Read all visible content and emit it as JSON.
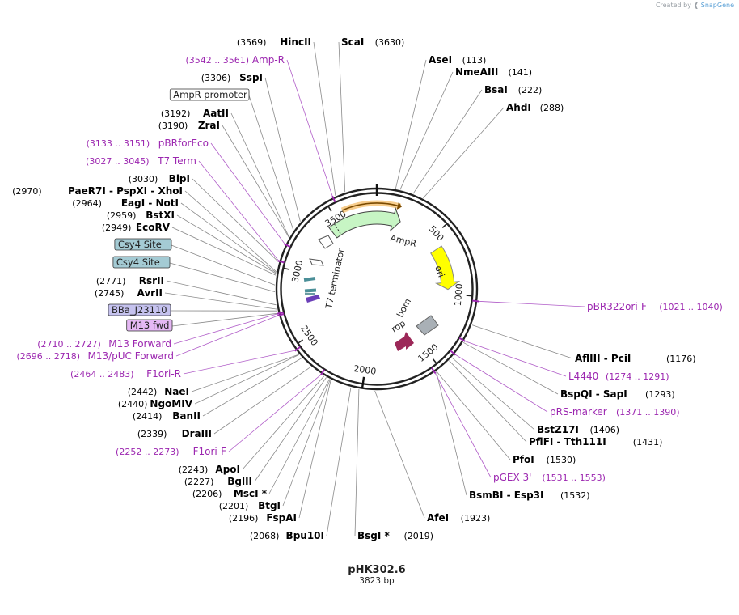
{
  "credit": {
    "prefix": "Created by",
    "brand": "SnapGene"
  },
  "plasmid": {
    "name": "pHK302.6",
    "size_label": "3823 bp",
    "length": 3823
  },
  "ring_ticks": [
    "500",
    "1000",
    "1500",
    "2000",
    "2500",
    "3000",
    "3500"
  ],
  "colors": {
    "enzyme": "#000000",
    "primer": "#9c27b0",
    "ampR": "#c7f5c4",
    "ori": "#ffff00",
    "rop": "#9c2858",
    "bom": "#a9b0b6",
    "csy4": "#a4cbd4",
    "bba": "#c5c2ee",
    "m13box": "#e5b8f4"
  },
  "labels": [
    {
      "kind": "enzyme",
      "name": "HincII",
      "pos": "(3569)",
      "side": "L",
      "bp": 3569
    },
    {
      "kind": "enzyme",
      "name": "ScaI",
      "pos": "(3630)",
      "side": "R",
      "bp": 3630
    },
    {
      "kind": "primer",
      "name": "Amp-R",
      "pos": "(3542 .. 3561)",
      "side": "L",
      "bp": 3551
    },
    {
      "kind": "enzyme",
      "name": "AseI",
      "pos": "(113)",
      "side": "R",
      "bp": 113
    },
    {
      "kind": "enzyme",
      "name": "NmeAIII",
      "pos": "(141)",
      "side": "R",
      "bp": 141
    },
    {
      "kind": "enzyme",
      "name": "SspI",
      "pos": "(3306)",
      "side": "L",
      "bp": 3306
    },
    {
      "kind": "enzyme",
      "name": "BsaI",
      "pos": "(222)",
      "side": "R",
      "bp": 222
    },
    {
      "kind": "box",
      "name": "AmpR promoter",
      "pos": "",
      "side": "L",
      "bp": 3240
    },
    {
      "kind": "enzyme",
      "name": "AhdI",
      "pos": "(288)",
      "side": "R",
      "bp": 288
    },
    {
      "kind": "enzyme",
      "name": "AatII",
      "pos": "(3192)",
      "side": "L",
      "bp": 3192
    },
    {
      "kind": "enzyme",
      "name": "ZraI",
      "pos": "(3190)",
      "side": "L",
      "bp": 3190
    },
    {
      "kind": "primer",
      "name": "pBRforEco",
      "pos": "(3133 .. 3151)",
      "side": "L",
      "bp": 3142
    },
    {
      "kind": "primer",
      "name": "T7 Term",
      "pos": "(3027 .. 3045)",
      "side": "L",
      "bp": 3036
    },
    {
      "kind": "enzyme",
      "name": "BlpI",
      "pos": "(3030)",
      "side": "L",
      "bp": 3030
    },
    {
      "kind": "enzyme",
      "name": "PaeR7I - PspXI - XhoI",
      "pos": "(2970)",
      "side": "L",
      "bp": 2970
    },
    {
      "kind": "enzyme",
      "name": "EagI - NotI",
      "pos": "(2964)",
      "side": "L",
      "bp": 2964
    },
    {
      "kind": "enzyme",
      "name": "BstXI",
      "pos": "(2959)",
      "side": "L",
      "bp": 2959
    },
    {
      "kind": "enzyme",
      "name": "EcoRV",
      "pos": "(2949)",
      "side": "L",
      "bp": 2949
    },
    {
      "kind": "box",
      "name": "Csy4 Site",
      "pos": "",
      "side": "L",
      "bp": 2890
    },
    {
      "kind": "box",
      "name": "Csy4 Site",
      "pos": "",
      "side": "L",
      "bp": 2850
    },
    {
      "kind": "enzyme",
      "name": "RsrII",
      "pos": "(2771)",
      "side": "L",
      "bp": 2771
    },
    {
      "kind": "enzyme",
      "name": "AvrII",
      "pos": "(2745)",
      "side": "L",
      "bp": 2745
    },
    {
      "kind": "box",
      "name": "BBa_J23110",
      "pos": "",
      "side": "L",
      "bp": 2735
    },
    {
      "kind": "box",
      "name": "M13 fwd",
      "pos": "",
      "side": "L",
      "bp": 2720
    },
    {
      "kind": "primer",
      "name": "M13 Forward",
      "pos": "(2710 .. 2727)",
      "side": "L",
      "bp": 2718
    },
    {
      "kind": "primer",
      "name": "M13/pUC Forward",
      "pos": "(2696 .. 2718)",
      "side": "L",
      "bp": 2707
    },
    {
      "kind": "primer",
      "name": "F1ori-R",
      "pos": "(2464 .. 2483)",
      "side": "L",
      "bp": 2473
    },
    {
      "kind": "enzyme",
      "name": "NaeI",
      "pos": "(2442)",
      "side": "L",
      "bp": 2442
    },
    {
      "kind": "enzyme",
      "name": "NgoMIV",
      "pos": "(2440)",
      "side": "L",
      "bp": 2440
    },
    {
      "kind": "enzyme",
      "name": "BanII",
      "pos": "(2414)",
      "side": "L",
      "bp": 2414
    },
    {
      "kind": "enzyme",
      "name": "DraIII",
      "pos": "(2339)",
      "side": "L",
      "bp": 2339
    },
    {
      "kind": "primer",
      "name": "F1ori-F",
      "pos": "(2252 .. 2273)",
      "side": "L",
      "bp": 2262
    },
    {
      "kind": "enzyme",
      "name": "ApoI",
      "pos": "(2243)",
      "side": "L",
      "bp": 2243
    },
    {
      "kind": "enzyme",
      "name": "BglII",
      "pos": "(2227)",
      "side": "L",
      "bp": 2227
    },
    {
      "kind": "enzyme",
      "name": "MscI *",
      "pos": "(2206)",
      "side": "L",
      "bp": 2206
    },
    {
      "kind": "enzyme",
      "name": "BtgI",
      "pos": "(2201)",
      "side": "L",
      "bp": 2201
    },
    {
      "kind": "enzyme",
      "name": "FspAI",
      "pos": "(2196)",
      "side": "L",
      "bp": 2196
    },
    {
      "kind": "enzyme",
      "name": "Bpu10I",
      "pos": "(2068)",
      "side": "L",
      "bp": 2068
    },
    {
      "kind": "enzyme",
      "name": "BsgI *",
      "pos": "(2019)",
      "side": "R",
      "bp": 2019
    },
    {
      "kind": "enzyme",
      "name": "AfeI",
      "pos": "(1923)",
      "side": "R",
      "bp": 1923
    },
    {
      "kind": "enzyme",
      "name": "BsmBI - Esp3I",
      "pos": "(1532)",
      "side": "R",
      "bp": 1532
    },
    {
      "kind": "primer",
      "name": "pGEX 3'",
      "pos": "(1531 .. 1553)",
      "side": "R",
      "bp": 1542
    },
    {
      "kind": "enzyme",
      "name": "PfoI",
      "pos": "(1530)",
      "side": "R",
      "bp": 1530
    },
    {
      "kind": "enzyme",
      "name": "PflFI - Tth111I",
      "pos": "(1431)",
      "side": "R",
      "bp": 1431
    },
    {
      "kind": "enzyme",
      "name": "BstZ17I",
      "pos": "(1406)",
      "side": "R",
      "bp": 1406
    },
    {
      "kind": "primer",
      "name": "pRS-marker",
      "pos": "(1371 .. 1390)",
      "side": "R",
      "bp": 1380
    },
    {
      "kind": "enzyme",
      "name": "BspQI - SapI",
      "pos": "(1293)",
      "side": "R",
      "bp": 1293
    },
    {
      "kind": "primer",
      "name": "L4440",
      "pos": "(1274 .. 1291)",
      "side": "R",
      "bp": 1282
    },
    {
      "kind": "enzyme",
      "name": "AflIII - PciI",
      "pos": "(1176)",
      "side": "R",
      "bp": 1176
    },
    {
      "kind": "primer",
      "name": "pBR322ori-F",
      "pos": "(1021 .. 1040)",
      "side": "R",
      "bp": 1030
    }
  ],
  "features": {
    "ampR": "AmpR",
    "ori": "ori",
    "rop": "rop",
    "bom": "bom",
    "t7": "T7 terminator"
  }
}
